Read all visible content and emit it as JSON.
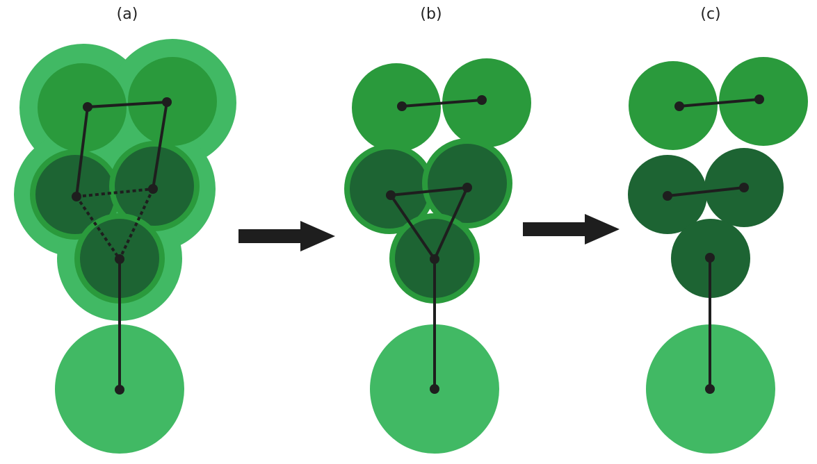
{
  "panels": [
    {
      "label": "(a)"
    },
    {
      "label": "(b)"
    },
    {
      "label": "(c)"
    }
  ],
  "colors": {
    "light": "#41b964",
    "medium": "#2a9a3c",
    "dark": "#1d6433",
    "line": "#1e1e1e"
  }
}
